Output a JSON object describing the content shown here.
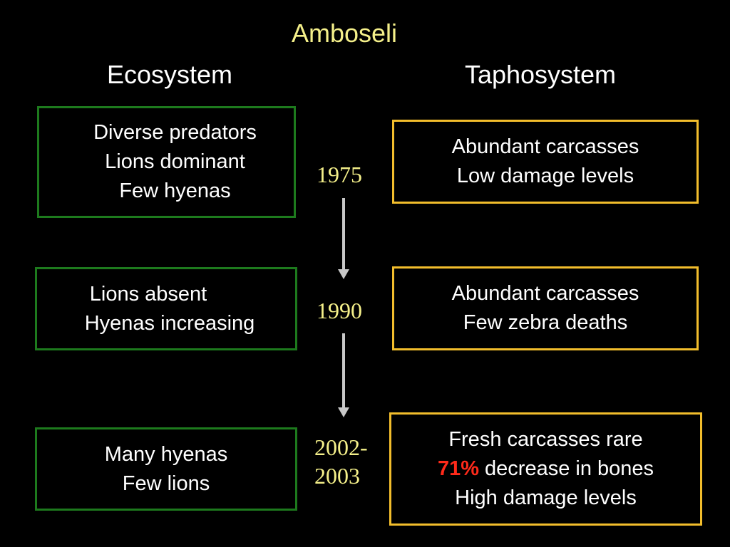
{
  "title": "Amboseli",
  "headers": {
    "ecosystem": "Ecosystem",
    "taphosystem": "Taphosystem"
  },
  "rows": [
    {
      "year": "1975",
      "ecosystem": [
        "Diverse predators",
        "Lions dominant",
        "Few hyenas"
      ],
      "taphosystem": [
        "Abundant carcasses",
        "Low damage levels"
      ]
    },
    {
      "year": "1990",
      "ecosystem": [
        "Lions absent",
        "Hyenas increasing"
      ],
      "taphosystem": [
        "Abundant carcasses",
        "Few zebra deaths"
      ]
    },
    {
      "year_line1": "2002-",
      "year_line2": "2003",
      "ecosystem": [
        "Many hyenas",
        "Few lions"
      ],
      "taphosystem_line1": "Fresh carcasses rare",
      "taphosystem_highlight": "71%",
      "taphosystem_line2_rest": " decrease in bones",
      "taphosystem_line3": "High damage levels"
    }
  ],
  "colors": {
    "background": "#000000",
    "title": "#f5f08a",
    "ecosystem_border": "#1d7a1d",
    "taphosystem_border": "#f2bd2c",
    "highlight": "#ff2a1a",
    "arrow": "#c8c8c8"
  }
}
